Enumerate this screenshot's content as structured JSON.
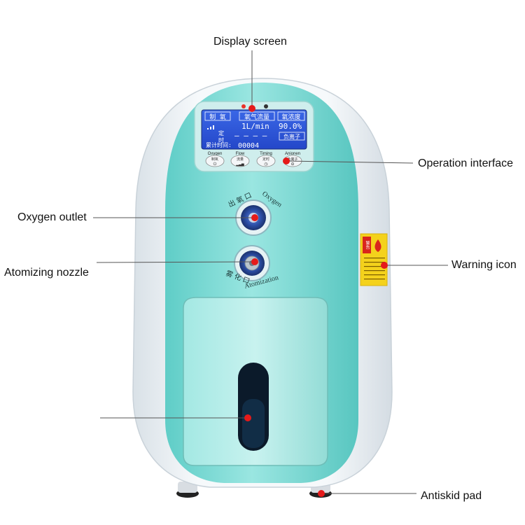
{
  "callouts": {
    "display_screen": "Display screen",
    "operation_interface": "Operation interface",
    "oxygen_outlet": "Oxygen outlet",
    "atomizing_nozzle": "Atomizing nozzle",
    "warning_icon": "Warning icon",
    "antiskid_pad": "Antiskid pad"
  },
  "lcd": {
    "tab_left": "制 氧",
    "tab_mid": "氧气流量",
    "tab_right": "氧浓度",
    "flow_value": "1L/min",
    "concentration_value": "90.0%",
    "timer_label_1": "定",
    "timer_label_2": "时",
    "timer_dashes": "— — — —",
    "anion_tab": "负离子",
    "total_time_label": "累计时间:",
    "total_time_value": "00004"
  },
  "buttons": [
    {
      "label": "Oxygen",
      "sub": "制氧"
    },
    {
      "label": "Flow",
      "sub": "流量"
    },
    {
      "label": "Timing",
      "sub": "定时"
    },
    {
      "label": "Anionen",
      "sub": "负离子"
    }
  ],
  "ports": {
    "outlet_cn": "出 氧 口",
    "outlet_en": "Oxygen",
    "nozzle_cn": "雾 化 口",
    "nozzle_en": "Atomization"
  },
  "warning_label": {
    "title_cn": "警告"
  },
  "colors": {
    "body_teal": "#7ad9d4",
    "shell_white": "#eef3f6",
    "lcd_blue": "#2f57d8",
    "marker_red": "#e51a1a"
  }
}
